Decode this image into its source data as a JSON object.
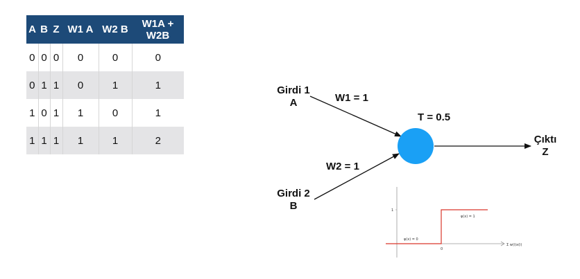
{
  "truth_table": {
    "headers": [
      "A",
      "B",
      "Z",
      "W1 A",
      "W2 B",
      "W1A +\nW2B"
    ],
    "rows": [
      [
        "0",
        "0",
        "0",
        "0",
        "0",
        "0"
      ],
      [
        "0",
        "1",
        "1",
        "0",
        "1",
        "1"
      ],
      [
        "1",
        "0",
        "1",
        "1",
        "0",
        "1"
      ],
      [
        "1",
        "1",
        "1",
        "1",
        "1",
        "2"
      ]
    ]
  },
  "diagram": {
    "input1": {
      "line1": "Girdi 1",
      "line2": "A"
    },
    "input2": {
      "line1": "Girdi 2",
      "line2": "B"
    },
    "weight1": "W1 = 1",
    "weight2": "W2 = 1",
    "threshold": "T = 0.5",
    "output": {
      "line1": "Çıktı",
      "line2": "Z"
    },
    "neuron_color": "#1aa0f5"
  },
  "step_chart": {
    "y_tick": "1",
    "x_tick": "0",
    "label_high": "φ(x) = 1",
    "label_low": "φ(x) = 0",
    "x_axis_label": "Σ w(i)x(i)",
    "step_color": "#d9362a"
  }
}
